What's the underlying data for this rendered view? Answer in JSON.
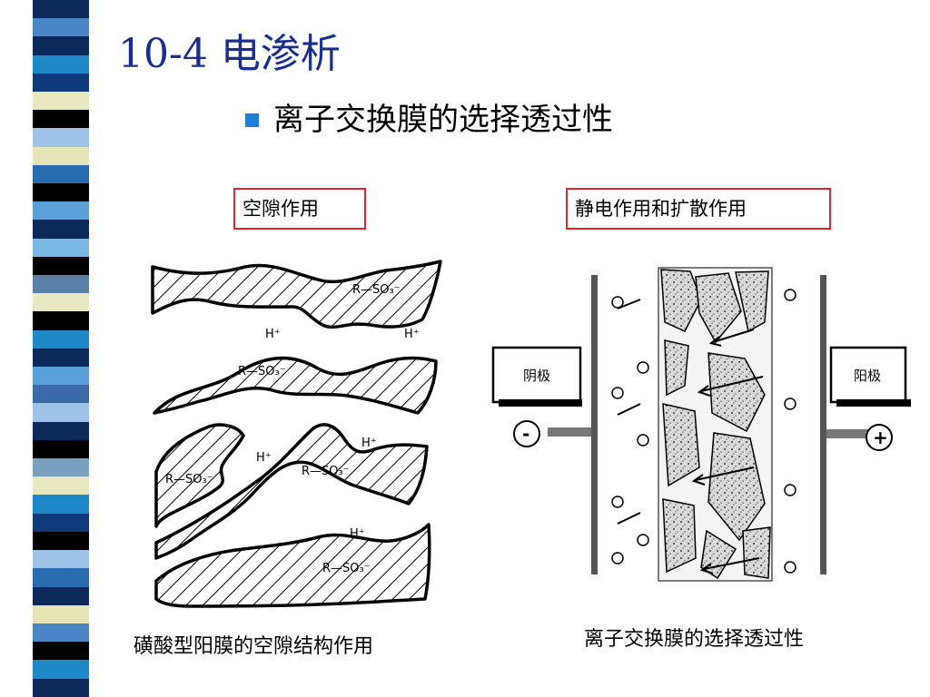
{
  "slide": {
    "title": "10-4 电渗析",
    "bullet": "离子交换膜的选择透过性",
    "accent_color": "#1e7fd6",
    "title_color": "#1a2f8a",
    "box_color": "#e0262b"
  },
  "left_figure": {
    "box_label": "空隙作用",
    "caption": "磺酸型阳膜的空隙结构作用",
    "group_label": "R—SO₃⁻",
    "proton_label": "H⁺"
  },
  "right_figure": {
    "box_label": "静电作用和扩散作用",
    "caption": "离子交换膜的选择透过性",
    "cathode_label": "阴极",
    "anode_label": "阳极",
    "minus_sign": "-",
    "plus_sign": "+"
  },
  "stripes": [
    "#0b2a5b",
    "#4a86c5",
    "#0b2a5b",
    "#1e88c8",
    "#0e3a7a",
    "#e8e8c0",
    "#000000",
    "#9ec3e6",
    "#e5e5b8",
    "#2a6cb0",
    "#000000",
    "#5aa0d8",
    "#0b2a5b",
    "#7ab8e6",
    "#000000",
    "#5a7fa8",
    "#e8e8c0",
    "#000000",
    "#1e88c8",
    "#0b2a5b",
    "#5aa0d8",
    "#3a6aa8",
    "#9ec3e6",
    "#0b2a5b",
    "#000000",
    "#7aa0c0",
    "#e8e8c0",
    "#1e88c8",
    "#0e3a7a",
    "#000000",
    "#9ec3e6",
    "#2a6cb0",
    "#0b2a5b",
    "#e5e5b8",
    "#4a86c5",
    "#000000",
    "#1e88c8",
    "#0b2a5b"
  ]
}
